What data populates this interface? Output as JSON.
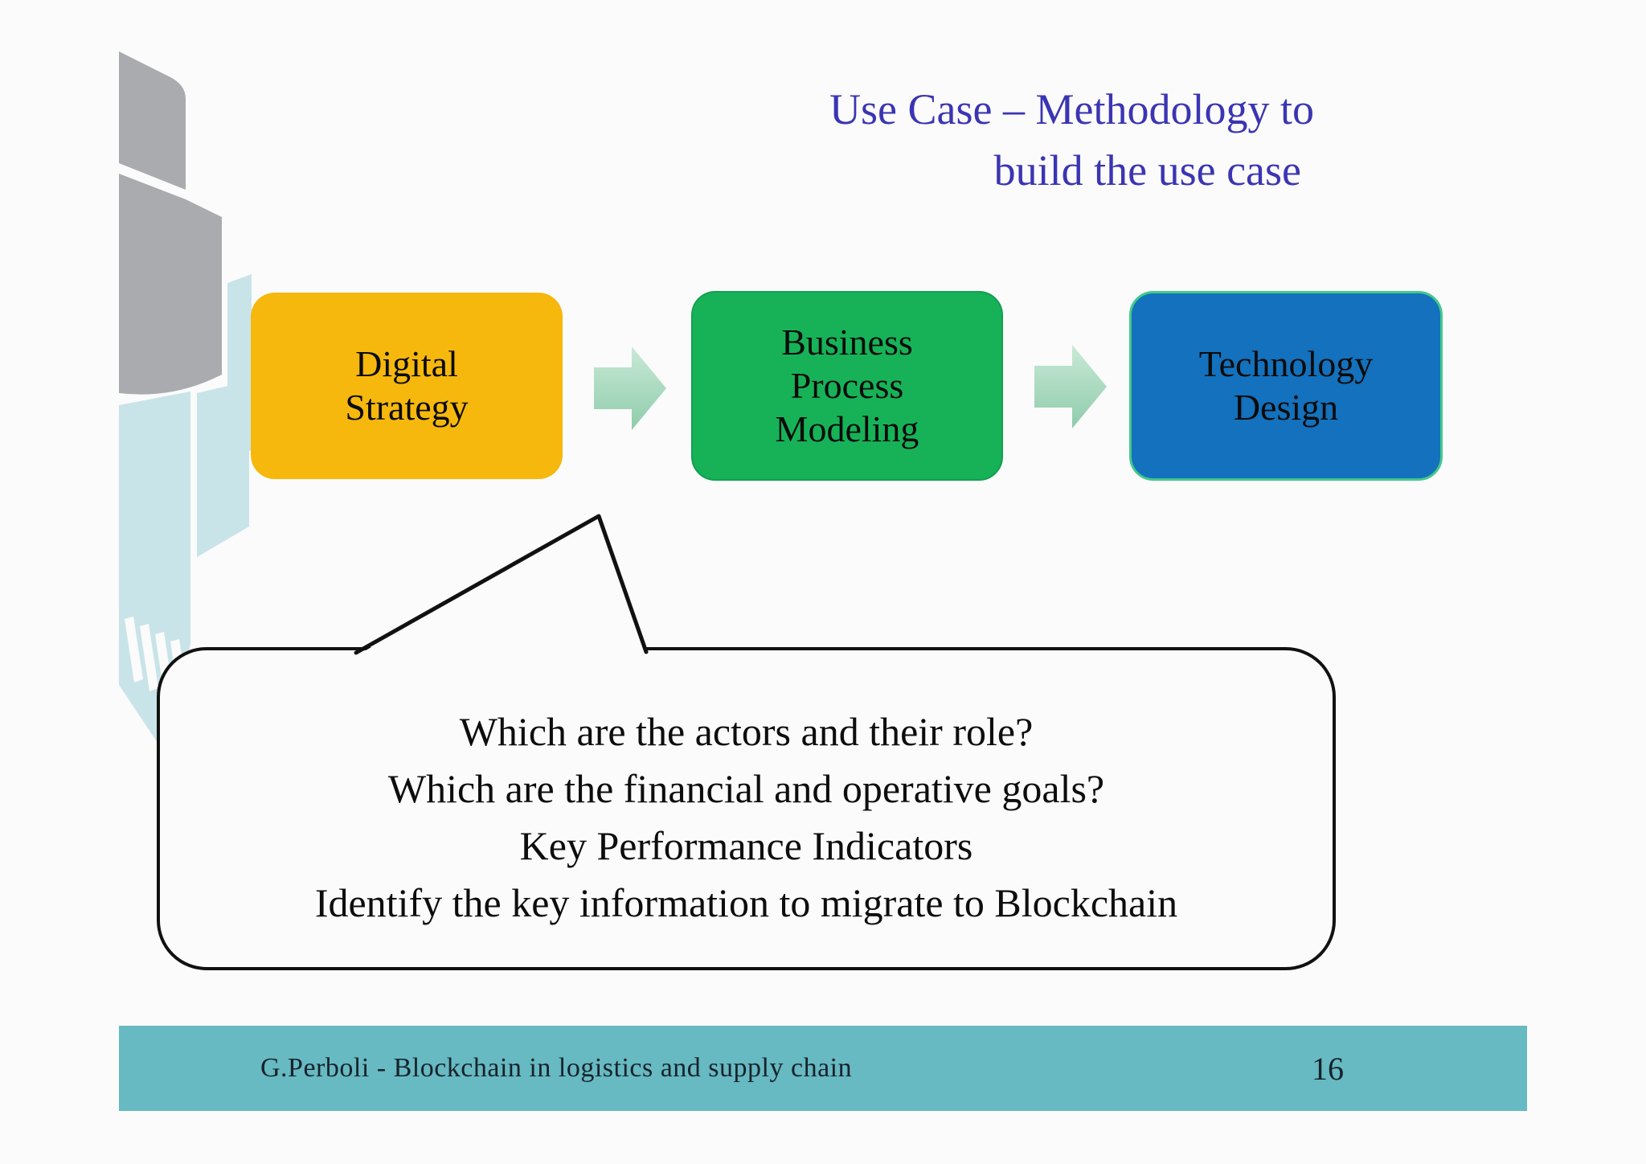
{
  "slide": {
    "title": {
      "line1": "Use Case – Methodology to",
      "line2": "build the use case",
      "color": "#3B35B3"
    },
    "process": {
      "steps": [
        {
          "label": "Digital\nStrategy",
          "color": "#F6B80D"
        },
        {
          "label": "Business\nProcess\nModeling",
          "color": "#17B257"
        },
        {
          "label": "Technology\nDesign",
          "color": "#1371BD"
        }
      ],
      "arrow_color_top": "#C9E9D7",
      "arrow_color_bottom": "#8FCCAB"
    },
    "callout": {
      "lines": [
        "Which are the actors and their role?",
        "Which are the financial and operative goals?",
        "Key Performance Indicators",
        "Identify the key information to migrate to Blockchain"
      ]
    },
    "footer": {
      "text": "G.Perboli - Blockchain in logistics and supply chain",
      "page_number": "16",
      "bar_color": "#67B9C2"
    },
    "decoration_colors": {
      "gray": "#A9ABAF",
      "pale_blue": "#C9E4E9"
    }
  }
}
